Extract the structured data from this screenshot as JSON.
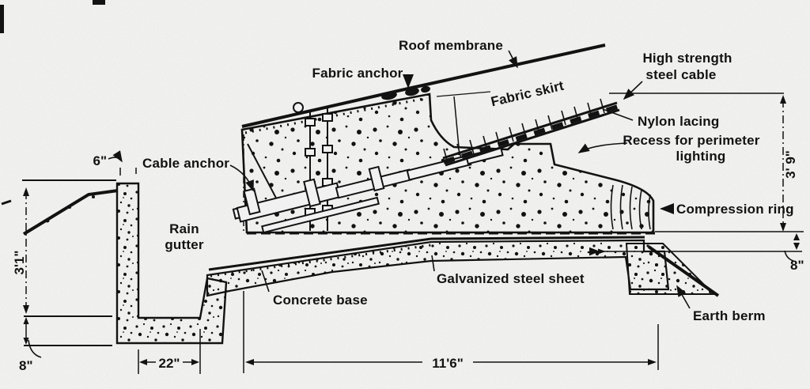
{
  "callouts": {
    "roof_membrane": "Roof membrane",
    "fabric_anchor": "Fabric anchor",
    "fabric_skirt": "Fabric skirt",
    "high_strength_1": "High strength",
    "high_strength_2": "steel cable",
    "nylon_lacing": "Nylon lacing",
    "recess_1": "Recess for perimeter",
    "recess_2": "lighting",
    "compression_ring": "Compression ring",
    "cable_anchor": "Cable anchor",
    "rain_1": "Rain",
    "rain_2": "gutter",
    "concrete_base": "Concrete base",
    "galvanized_steel_sheet": "Galvanized steel sheet",
    "earth_berm": "Earth berm"
  },
  "dimensions": {
    "wall_thickness": "6\"",
    "left_height": "3'1\"",
    "left_depth": "8\"",
    "gutter_width": "22\"",
    "base_width": "11'6\"",
    "right_height": "3' 9\"",
    "right_gap": "8\""
  },
  "colors": {
    "ink": "#141414",
    "paper": "#fdfdfc"
  }
}
